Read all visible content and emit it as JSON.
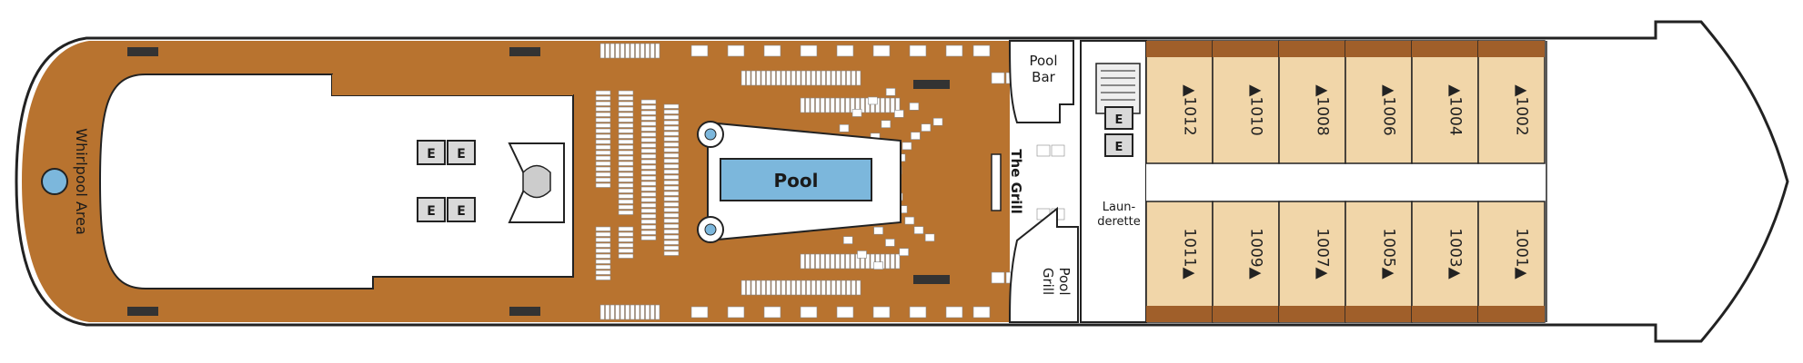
{
  "labels": {
    "whirlpool_area": "Whirlpool Area",
    "pool": "Pool",
    "the_grill": "The Grill",
    "pool_bar": [
      "Pool",
      "Bar"
    ],
    "pool_grill": [
      "Pool",
      "Grill"
    ],
    "launderette": [
      "Laun-",
      "derette"
    ],
    "elevator_letter": "E"
  },
  "cabins_top": [
    {
      "number": "1012"
    },
    {
      "number": "1010"
    },
    {
      "number": "1008"
    },
    {
      "number": "1006"
    },
    {
      "number": "1004"
    },
    {
      "number": "1002"
    }
  ],
  "cabins_bottom": [
    {
      "number": "1011"
    },
    {
      "number": "1009"
    },
    {
      "number": "1007"
    },
    {
      "number": "1005"
    },
    {
      "number": "1003"
    },
    {
      "number": "1001"
    }
  ],
  "glyphs": {
    "triangle": "▲"
  },
  "colors": {
    "deck_wood": "#b8732f",
    "deck_outline": "#222222",
    "cabin_fill": "#f1d6a9",
    "cabin_band": "#a05f2a",
    "pool_water": "#7cb7dc",
    "furniture": "#ffffff"
  }
}
